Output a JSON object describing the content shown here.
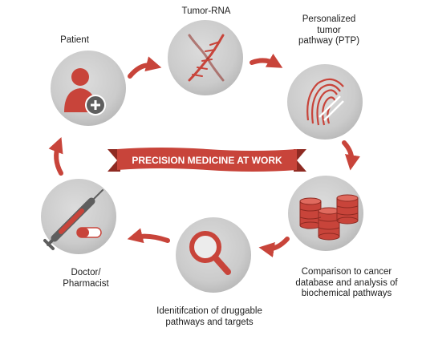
{
  "banner": {
    "title": "PRECISION MEDICINE AT WORK"
  },
  "nodes": [
    {
      "id": "patient",
      "icon": "patient-add-icon",
      "label_lines": [
        "Patient"
      ]
    },
    {
      "id": "tumor-rna",
      "icon": "dna-helix-icon",
      "label_lines": [
        "Tumor-RNA"
      ]
    },
    {
      "id": "ptp",
      "icon": "fingerprint-dna-icon",
      "label_lines": [
        "Personalized",
        "tumor",
        "pathway (PTP)"
      ]
    },
    {
      "id": "comparison",
      "icon": "database-stack-icon",
      "label_lines": [
        "Comparison to cancer",
        "database and analysis of",
        "biochemical pathways"
      ]
    },
    {
      "id": "identification",
      "icon": "magnifier-icon",
      "label_lines": [
        "Idenitifcation of druggable",
        "pathways and targets"
      ]
    },
    {
      "id": "doctor",
      "icon": "syringe-pill-icon",
      "label_lines": [
        "Doctor/",
        "Pharmacist"
      ]
    }
  ],
  "colors": {
    "accent": "#c8443a",
    "accent_dark": "#8e2a22",
    "circle_fill": "#cdcdcd",
    "circle_edge": "#b3b3b3",
    "text": "#1e1e1e"
  }
}
